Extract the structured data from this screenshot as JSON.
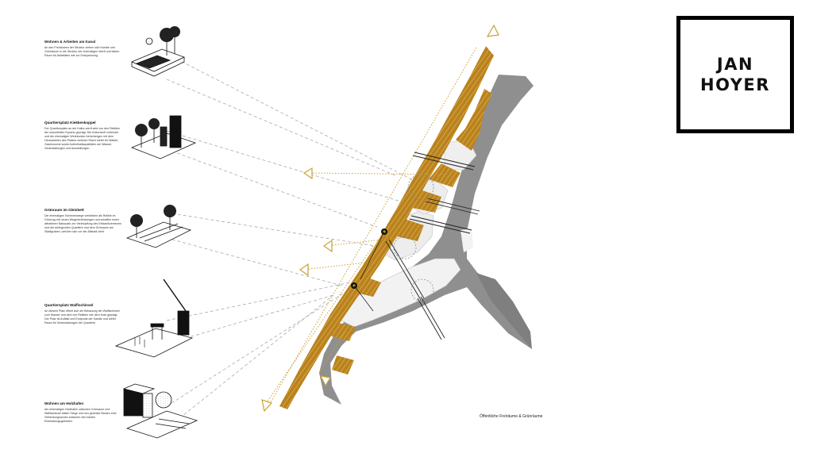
{
  "logo": {
    "line1": "JAN",
    "line2": "HOYER"
  },
  "caption": "Öffentliche Freiräume & Grünräume",
  "blocks": [
    {
      "title": "Wohnen & Arbeiten am Kanal",
      "text": "An den Freiräumen der Struktur ziehen sich Kanäle und Grünräume in die Struktur der ehemaligen Werft und bieten Raum für Aktivitäten wie zur Entspannung."
    },
    {
      "title": "Quartiersplatz Kiekkenkoppel",
      "text": "Der Quartiersplatz an der Kaltur-werft wird von den Relikten der industriellen Epoche geprägt. Die Kulturwerft verbindet und die ehemaligen Werkbunker beherbergen mit dem Heraustreten des Platzes welchen Raum bietet für Märkte, Gastronomie sowie Aufenthaltsqualitäten am Wasser, Veranstaltungen und Ausstellungen."
    },
    {
      "title": "Grünraum im Gleisbett",
      "text": "Die ehemaligen Schienenwege verbleiben als Relikte im Grünzug mit neuen Wegeverbindungen und schaffen einen attraktiven Naturpark zur Verknüpfung des Einkaufszentrums und der anliegenden Quartiere und dem Grünraum am Stadtgraben, welcher sich vor der Altstadt zieht."
    },
    {
      "title": "Quartiersplatz Walfischinsel",
      "text": "An diesem Platz öffnet sich die Bebauung der Walfischinsel zum Wasser und wird von Relikten wie dem Kran geprägt. Der Platz ist Auftakt und Endpunkt der Kanäle und bietet Raum für Veranstaltungen der Quartiere."
    },
    {
      "title": "Wohnen am Holzhafen",
      "text": "Am ehemaligen Holzhafen zwischen Grünraum und Walfischinsel bilden Stege und neu gesetzte Bauten eine Verbindungsachse zwischen den beiden Entwicklungsgebieten."
    }
  ]
}
